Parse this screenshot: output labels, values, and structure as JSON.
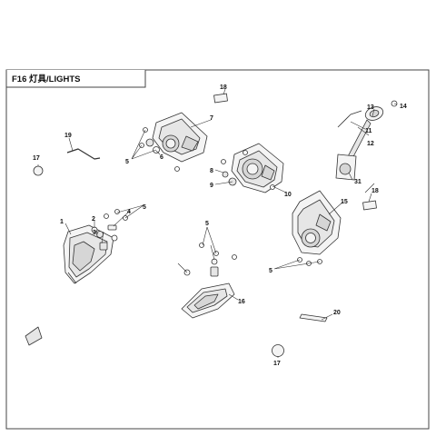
{
  "title": "F16  灯具/LIGHTS",
  "callouts": [
    {
      "id": "c1",
      "label": "1"
    },
    {
      "id": "c2",
      "label": "2"
    },
    {
      "id": "c3",
      "label": "3"
    },
    {
      "id": "c4",
      "label": "4"
    },
    {
      "id": "c5a",
      "label": "5"
    },
    {
      "id": "c5b",
      "label": "5"
    },
    {
      "id": "c5c",
      "label": "5"
    },
    {
      "id": "c5d",
      "label": "5"
    },
    {
      "id": "c6",
      "label": "6"
    },
    {
      "id": "c7",
      "label": "7"
    },
    {
      "id": "c8",
      "label": "8"
    },
    {
      "id": "c9",
      "label": "9"
    },
    {
      "id": "c10",
      "label": "10"
    },
    {
      "id": "c11",
      "label": "11"
    },
    {
      "id": "c12",
      "label": "12"
    },
    {
      "id": "c13",
      "label": "13"
    },
    {
      "id": "c14",
      "label": "14"
    },
    {
      "id": "c15",
      "label": "15"
    },
    {
      "id": "c16",
      "label": "16"
    },
    {
      "id": "c17a",
      "label": "17"
    },
    {
      "id": "c17b",
      "label": "17"
    },
    {
      "id": "c18a",
      "label": "18"
    },
    {
      "id": "c18b",
      "label": "18"
    },
    {
      "id": "c19",
      "label": "19"
    },
    {
      "id": "c20",
      "label": "20"
    },
    {
      "id": "c31",
      "label": "31"
    }
  ],
  "colors": {
    "line": "#333333",
    "part_fill": "#f4f4f4",
    "shade": "#d6d6d6",
    "frame": "#444444"
  }
}
